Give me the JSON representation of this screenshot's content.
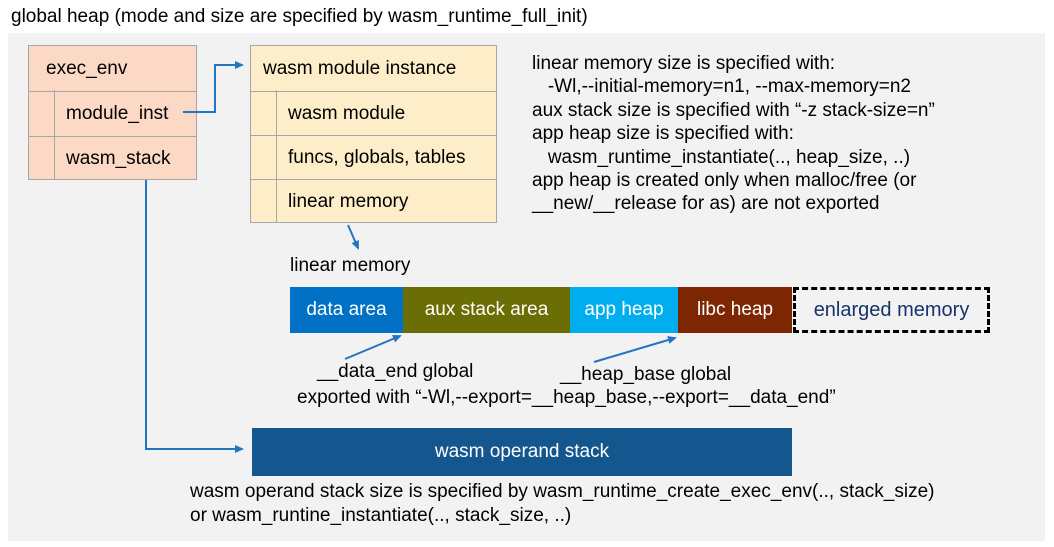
{
  "title": "global heap (mode and size are specified by wasm_runtime_full_init)",
  "exec_env_box": {
    "header": "exec_env",
    "rows": [
      "module_inst",
      "wasm_stack"
    ],
    "fill": "#fbd9c5"
  },
  "module_instance_box": {
    "header": "wasm module instance",
    "rows": [
      "wasm module",
      "funcs, globals, tables",
      "linear memory"
    ],
    "fill": "#fdeec9"
  },
  "info_text": {
    "lines": [
      "linear memory size is specified with:",
      "   -Wl,--initial-memory=n1, --max-memory=n2",
      "aux stack size is specified with “-z stack-size=n”",
      "app heap size is specified with:",
      "   wasm_runtime_instantiate(.., heap_size, ..)",
      "app heap is created only when malloc/free (or",
      "__new/__release for as) are not exported"
    ]
  },
  "linear_memory": {
    "label": "linear memory",
    "segments": [
      {
        "label": "data area",
        "color": "#0071c5",
        "text_color": "#ffffff"
      },
      {
        "label": "aux stack area",
        "color": "#6b6e04",
        "text_color": "#ffffff"
      },
      {
        "label": "app heap",
        "color": "#00aeef",
        "text_color": "#ffffff"
      },
      {
        "label": "libc heap",
        "color": "#7d2603",
        "text_color": "#ffffff"
      },
      {
        "label": "enlarged memory",
        "color": "transparent",
        "text_color": "#16336b"
      }
    ],
    "data_end_label": "__data_end global",
    "heap_base_label": "__heap_base global",
    "export_note": "exported with “-Wl,--export=__heap_base,--export=__data_end”"
  },
  "operand_stack": {
    "label": "wasm operand stack",
    "color": "#14578e",
    "note_lines": [
      "wasm operand stack size is specified by wasm_runtime_create_exec_env(.., stack_size)",
      "or wasm_runtine_instantiate(.., stack_size, ..)"
    ]
  },
  "colors": {
    "panel_bg": "#f2f2f2",
    "arrow": "#2374c2",
    "box_border": "#a6a6a6"
  }
}
